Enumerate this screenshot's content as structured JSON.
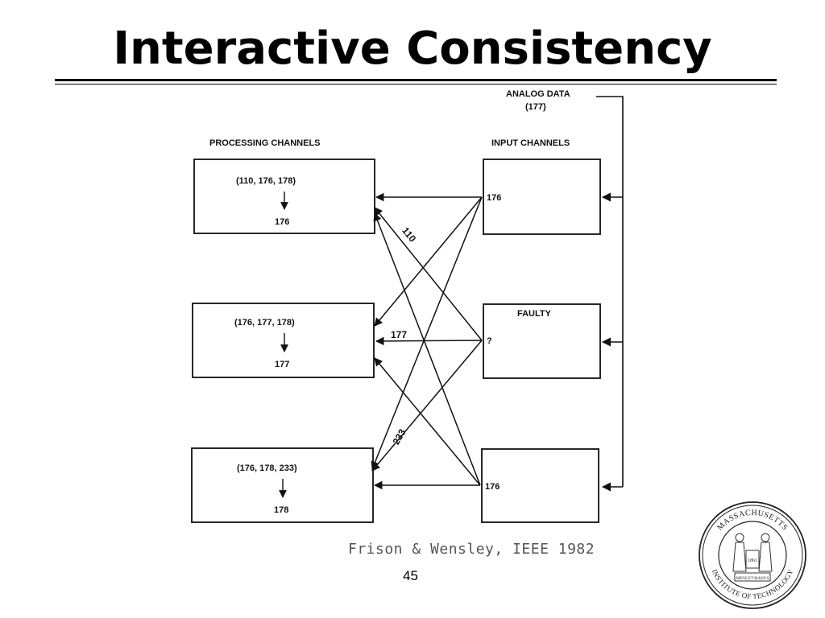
{
  "title": "Interactive Consistency",
  "diagram": {
    "analog_label": "ANALOG DATA",
    "analog_value": "(177)",
    "processing_header": "PROCESSING CHANNELS",
    "input_header": "INPUT CHANNELS",
    "processing": [
      {
        "set": "(110, 176, 178)",
        "result": "176"
      },
      {
        "set": "(176, 177, 178)",
        "result": "177"
      },
      {
        "set": "(176, 178, 233)",
        "result": "178"
      }
    ],
    "inputs": [
      {
        "label": "",
        "value": "176"
      },
      {
        "label": "FAULTY",
        "value": "?"
      },
      {
        "label": "",
        "value": "176"
      }
    ],
    "edge_labels": [
      "110",
      "177",
      "233"
    ]
  },
  "citation": "Frison & Wensley, IEEE 1982",
  "page_number": "45",
  "seal": {
    "top_text": "MASSACHUSETTS",
    "bottom_text": "INSTITUTE OF TECHNOLOGY",
    "year": "1861",
    "motto": "MENS ET MANVS"
  }
}
